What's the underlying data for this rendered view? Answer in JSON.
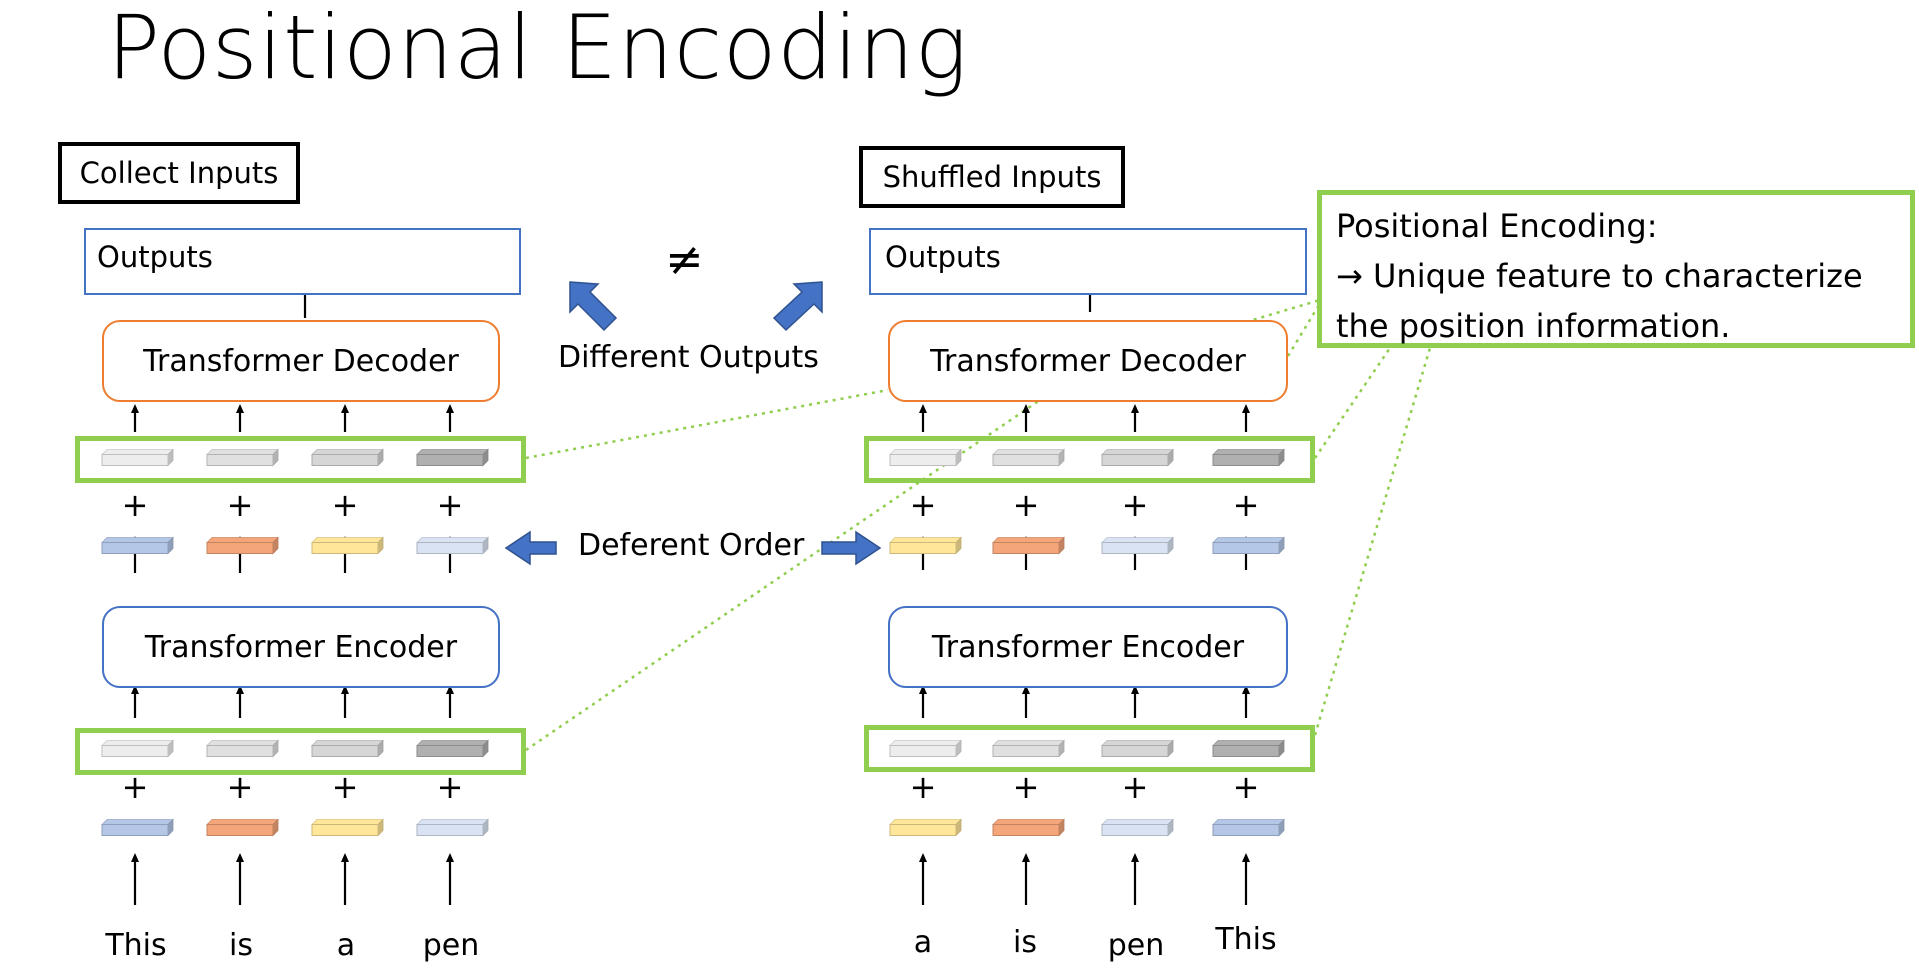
{
  "title": "Positional Encoding",
  "left_panel": {
    "label": "Collect Inputs",
    "outputs_label": "Outputs",
    "decoder": "Transformer Decoder",
    "encoder": "Transformer Encoder",
    "words": [
      "This",
      "is",
      "a",
      "pen"
    ]
  },
  "right_panel": {
    "label": "Shuffled Inputs",
    "outputs_label": "Outputs",
    "decoder": "Transformer Decoder",
    "encoder": "Transformer Encoder",
    "words": [
      "a",
      "is",
      "pen",
      "This"
    ]
  },
  "middle": {
    "not_equal": "≠",
    "different_outputs": "Different Outputs",
    "different_order": "Deferent Order"
  },
  "plus_sign": "+",
  "note": {
    "line1": "Positional Encoding:",
    "line2": "→ Unique feature to characterize",
    "line3": "the position information."
  },
  "colors": {
    "blue": "#4472c4",
    "orange": "#ed7d31",
    "green": "#8fce4e",
    "emb_blue": "#b4c7e7",
    "emb_orange": "#f4a57a",
    "emb_yellow": "#ffe699",
    "emb_lightblue": "#dae3f3",
    "gray1": "#ededed",
    "gray2": "#e0e0e0",
    "gray3": "#d6d6d6",
    "gray4": "#b0b0b0",
    "out_gold": "#ffb000",
    "out_peach": "#fbe5d6",
    "out_lime": "#d9e8a0",
    "out_tan": "#f4cfa0",
    "out_orange": "#f09a60",
    "out_pale": "#fdebe2"
  }
}
